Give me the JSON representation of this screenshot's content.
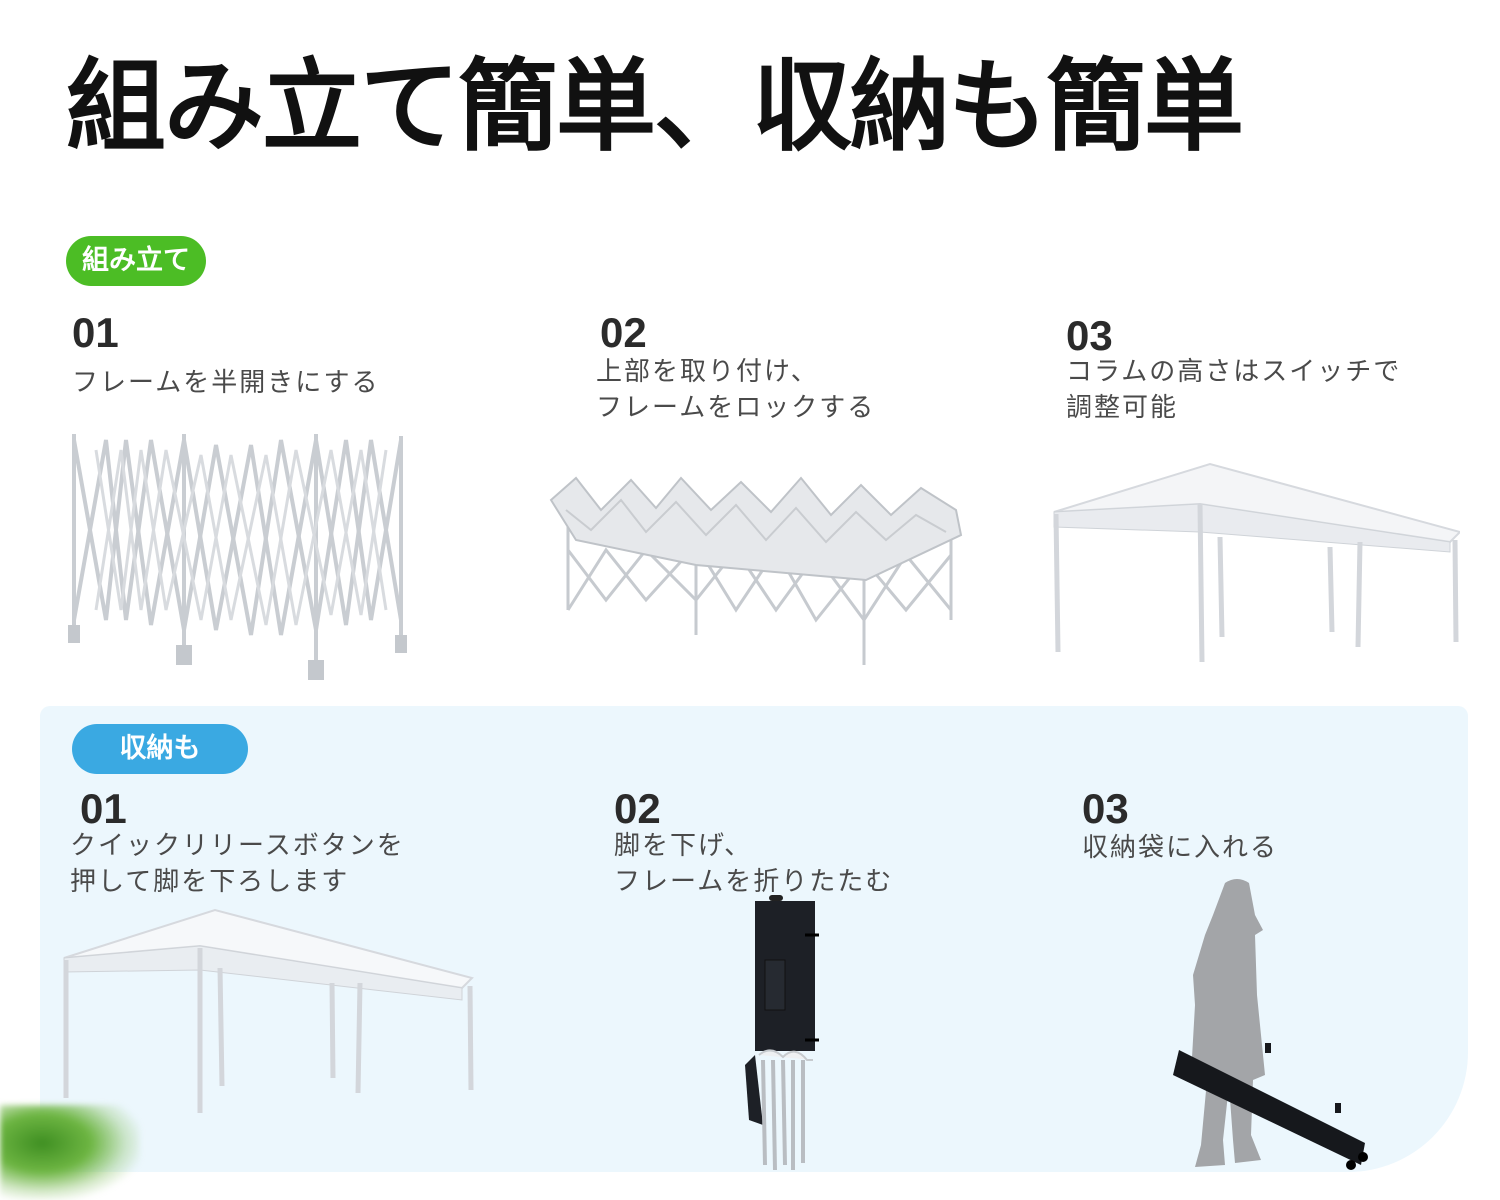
{
  "title": "組み立て簡単、収納も簡単",
  "assembly": {
    "badge": "組み立て",
    "badge_color": "#4cbd25",
    "steps": [
      {
        "num": "01",
        "lines": [
          "フレームを半開きにする"
        ],
        "image": "half-open-frame"
      },
      {
        "num": "02",
        "lines": [
          "上部を取り付け、",
          "フレームをロックする"
        ],
        "image": "frame-with-canopy-folded"
      },
      {
        "num": "03",
        "lines": [
          "コラムの高さはスイッチで",
          "調整可能"
        ],
        "image": "fully-open-canopy-tent"
      }
    ]
  },
  "storage": {
    "badge": "収納も",
    "badge_color": "#3aa9e2",
    "panel_color": "#ecf7fd",
    "steps": [
      {
        "num": "01",
        "lines": [
          "クイックリリースボタンを",
          "押して脚を下ろします"
        ],
        "image": "open-canopy-tent"
      },
      {
        "num": "02",
        "lines": [
          "脚を下げ、",
          "フレームを折りたたむ"
        ],
        "image": "folded-frame-with-bag"
      },
      {
        "num": "03",
        "lines": [
          "収納袋に入れる"
        ],
        "image": "person-pulling-wheeled-bag"
      }
    ]
  }
}
